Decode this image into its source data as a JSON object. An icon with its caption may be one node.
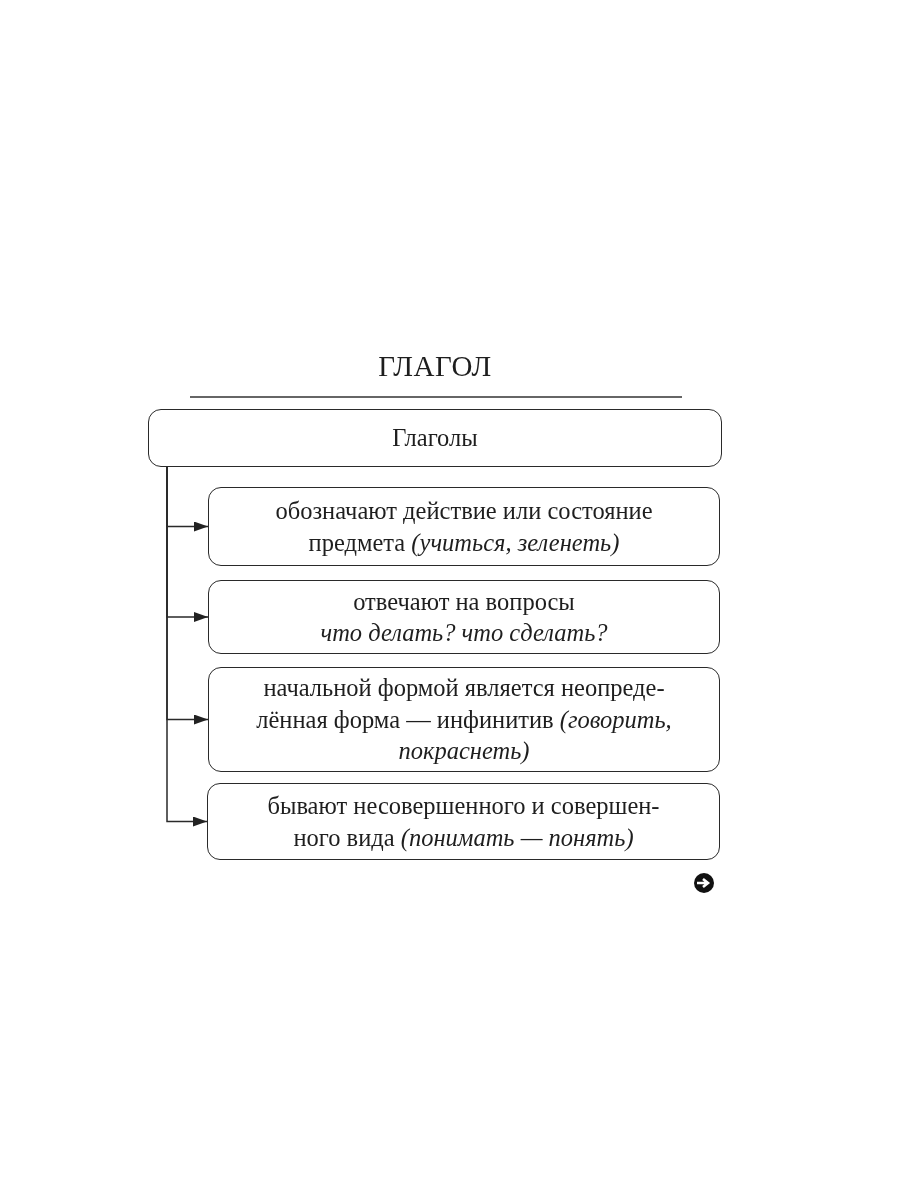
{
  "diagram": {
    "title": "ГЛАГОЛ",
    "nodes": [
      {
        "text": [
          "Глаголы"
        ]
      },
      {
        "text": [
          "обозначают действие или состояние предмета *(учиться, зеленеть)*"
        ]
      },
      {
        "text": [
          "отвечают на вопросы",
          "что делать? что сделать?"
        ]
      },
      {
        "text": [
          "начальной формой является неопреде- лённая форма — инфинитив *(говорить, покраснеть)*"
        ]
      },
      {
        "text": [
          "бывают несовершенного и совершен- ного вида *(понимать — понять)*"
        ]
      }
    ],
    "edges": [
      {
        "from": 0,
        "to": 1,
        "arrow": "to"
      },
      {
        "from": 0,
        "to": 2,
        "arrow": "to"
      },
      {
        "from": 0,
        "to": 3,
        "arrow": "to"
      },
      {
        "from": 0,
        "to": 4,
        "arrow": "to"
      }
    ]
  }
}
